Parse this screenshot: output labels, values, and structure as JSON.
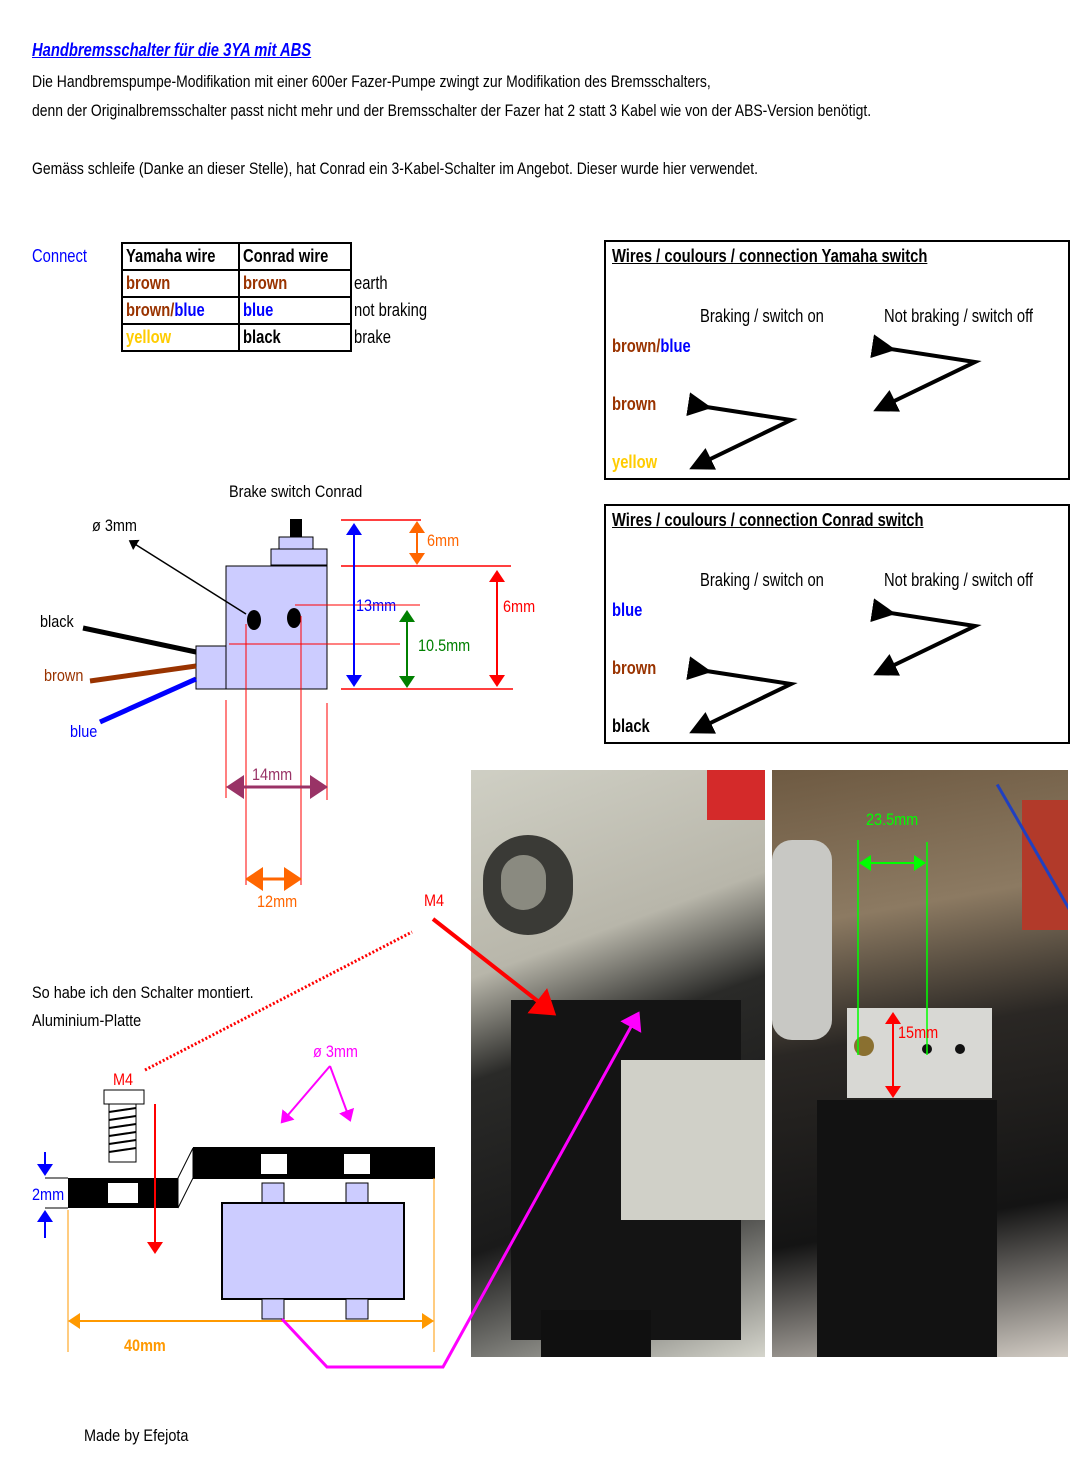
{
  "header": {
    "title": "Handbremsschalter für die 3YA mit ABS",
    "intro_lines": [
      "Die Handbremspumpe-Modifikation mit einer 600er Fazer-Pumpe zwingt zur Modifikation des Bremsschalters,",
      "denn der Originalbremsschalter passt nicht mehr und der Bremsschalter der Fazer hat 2 statt 3 Kabel wie von der ABS-Version benötigt."
    ],
    "note": "Gemäss schleife (Danke an dieser Stelle), hat Conrad ein 3-Kabel-Schalter im Angebot. Dieser wurde hier verwendet."
  },
  "connect_table": {
    "label": "Connect",
    "headers": [
      "Yamaha wire",
      "Conrad wire"
    ],
    "rows": [
      {
        "yamaha": [
          "brown"
        ],
        "conrad": "brown",
        "function": "earth"
      },
      {
        "yamaha": [
          "brown",
          "/",
          "blue"
        ],
        "conrad": "blue",
        "function": "not braking"
      },
      {
        "yamaha": [
          "yellow"
        ],
        "conrad": "black",
        "function": "brake"
      }
    ]
  },
  "colors": {
    "brown": "#993300",
    "blue": "#0000ff",
    "yellow": "#ffcc00",
    "black": "#000000",
    "switch_body": "#ccccff",
    "dim_red": "#ff0000",
    "dim_orange": "#ff6600",
    "dim_green": "#008000",
    "dim_purple": "#993366",
    "dim_magenta": "#ff00ff",
    "dim_amber": "#ff9900",
    "photo_green": "#00ff00"
  },
  "yamaha_box": {
    "title": "Wires / coulours / connection Yamaha switch",
    "col_on": "Braking / switch on",
    "col_off": "Not braking / switch off",
    "wires": [
      {
        "parts": [
          "brown",
          "/",
          "blue"
        ],
        "colors": [
          "brown",
          "brown",
          "blue"
        ]
      },
      {
        "parts": [
          "brown"
        ],
        "colors": [
          "brown"
        ]
      },
      {
        "parts": [
          "yellow"
        ],
        "colors": [
          "yellow"
        ]
      }
    ]
  },
  "conrad_box": {
    "title": "Wires / coulours / connection Conrad switch",
    "col_on": "Braking / switch on",
    "col_off": "Not braking / switch off",
    "wires": [
      {
        "parts": [
          "blue"
        ],
        "colors": [
          "blue"
        ]
      },
      {
        "parts": [
          "brown"
        ],
        "colors": [
          "brown"
        ]
      },
      {
        "parts": [
          "black"
        ],
        "colors": [
          "black"
        ]
      }
    ]
  },
  "switch_diagram": {
    "title": "Brake switch Conrad",
    "hole_label": "ø 3mm",
    "wire_labels": {
      "black": "black",
      "brown": "brown",
      "blue": "blue"
    },
    "dims": {
      "plunger": "6mm",
      "total_height": "13mm",
      "hole_height": "10.5mm",
      "body_height": "6mm",
      "width": "14mm",
      "hole_spacing": "12mm"
    }
  },
  "mount_diagram": {
    "caption_line1": "So habe ich den Schalter montiert.",
    "caption_line2": "Aluminium-Platte",
    "screw_label": "M4",
    "holes_label": "ø 3mm",
    "thickness": "2mm",
    "length": "40mm"
  },
  "photos": {
    "left_label": "M4",
    "right_spacing": "23.5mm",
    "right_height": "15mm"
  },
  "footer": {
    "credit": "Made by Efejota"
  }
}
